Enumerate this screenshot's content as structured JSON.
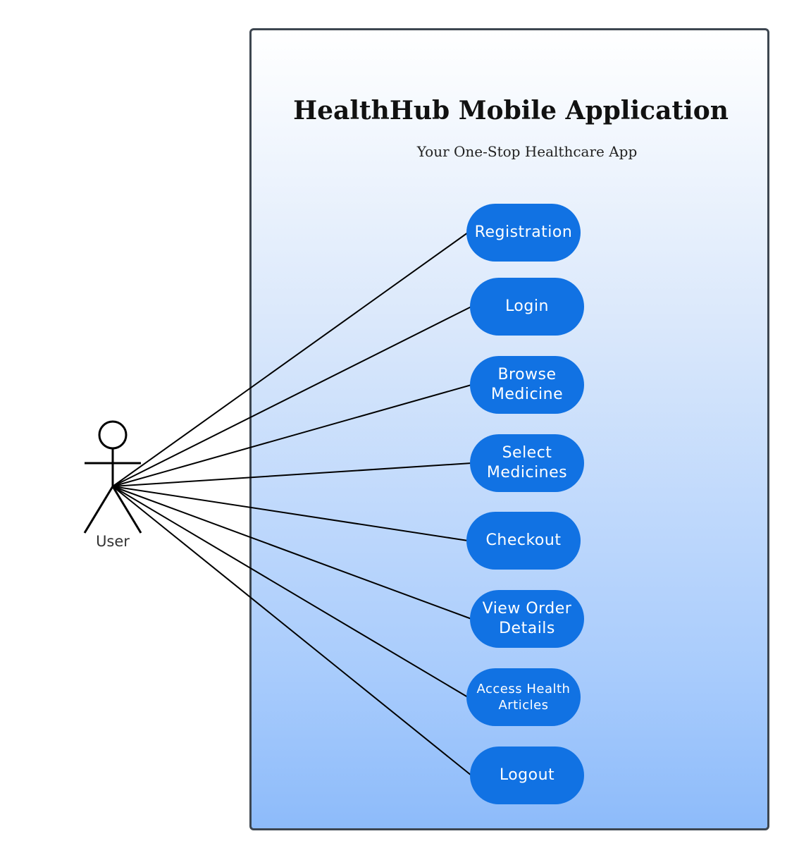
{
  "diagram": {
    "title": "HealthHub Mobile Application",
    "subtitle": "Your One-Stop Healthcare App",
    "actor": {
      "name": "User",
      "icon": "stick-figure-icon"
    },
    "use_cases": [
      {
        "id": "registration",
        "label": "Registration"
      },
      {
        "id": "login",
        "label": "Login"
      },
      {
        "id": "browse-medicine",
        "label": "Browse Medicine"
      },
      {
        "id": "select-medicines",
        "label": "Select Medicines"
      },
      {
        "id": "checkout",
        "label": "Checkout"
      },
      {
        "id": "view-order-details",
        "label": "View Order Details"
      },
      {
        "id": "access-health-articles",
        "label": "Access Health Articles"
      },
      {
        "id": "logout",
        "label": "Logout"
      }
    ],
    "colors": {
      "use_case_fill": "#1172e3",
      "use_case_text": "#ffffff",
      "system_border": "#3d4650",
      "gradient_top": "#ffffff",
      "gradient_bottom": "#8dbbfa"
    }
  }
}
